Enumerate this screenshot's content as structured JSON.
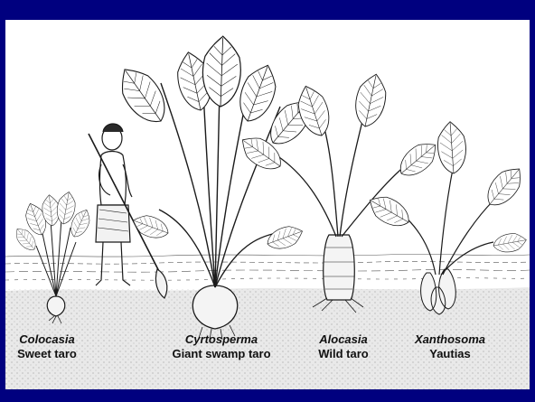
{
  "colors": {
    "frame_border": "#00007f",
    "ground": "#e9e9e9",
    "ink": "#1a1a1a"
  },
  "plants": [
    {
      "genus": "Colocasia",
      "common": "Sweet taro"
    },
    {
      "genus": "Cyrtosperma",
      "common": "Giant swamp taro"
    },
    {
      "genus": "Alocasia",
      "common": "Wild taro"
    },
    {
      "genus": "Xanthosoma",
      "common": "Yautias"
    }
  ]
}
